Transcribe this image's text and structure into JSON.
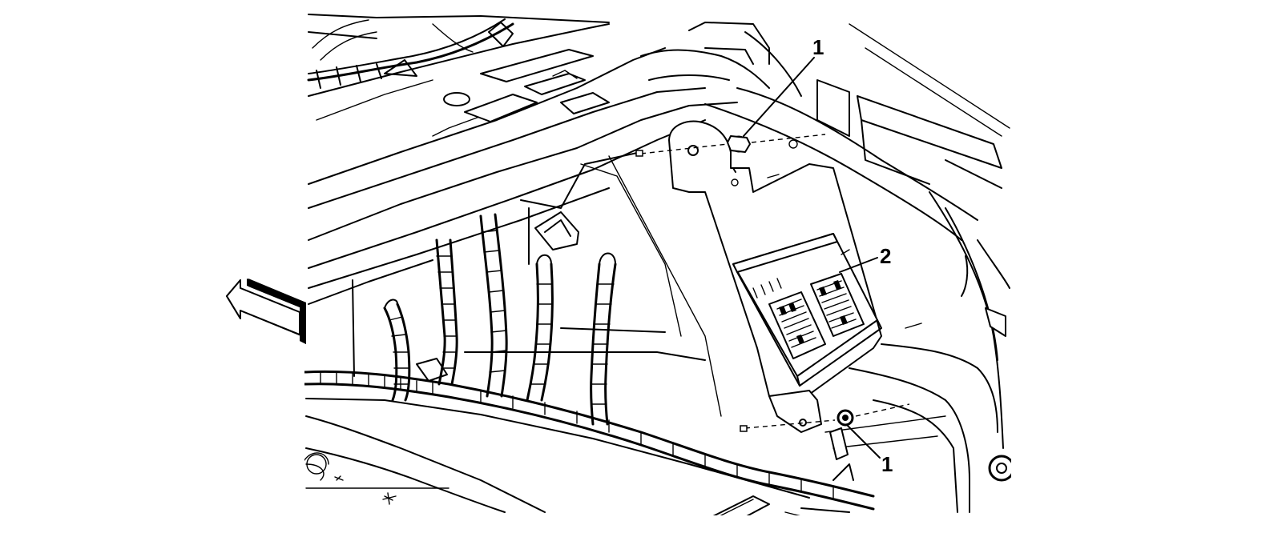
{
  "diagram": {
    "callouts": [
      {
        "label": "1",
        "part": "fastener"
      },
      {
        "label": "2",
        "part": "module"
      },
      {
        "label": "1",
        "part": "fastener"
      }
    ],
    "icons": [
      "forward-arrow-icon",
      "nut-icon"
    ]
  }
}
